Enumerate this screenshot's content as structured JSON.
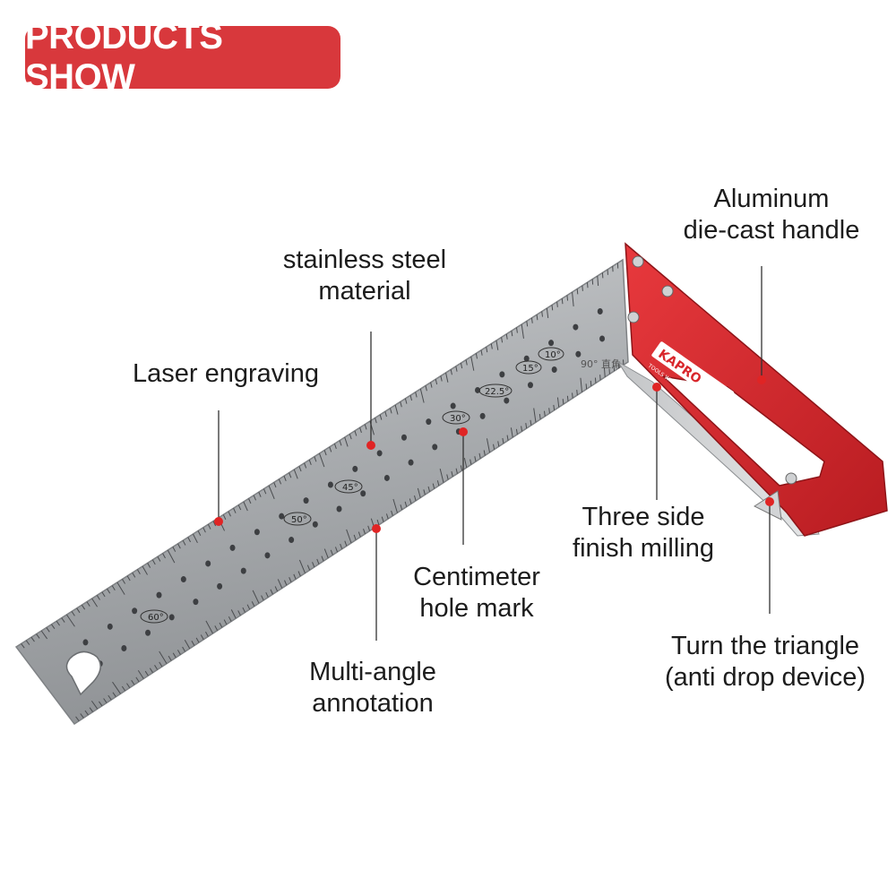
{
  "badge": {
    "text": "PRODUCTS SHOW",
    "color": "#d8383c"
  },
  "colors": {
    "accent": "#e02424",
    "steel": "#a8abae",
    "handle": "#d8262b",
    "leader": "#333333"
  },
  "product": {
    "brand": "KAPRO",
    "brand_sub": "TOOLS WITH VISION",
    "corner_mark": "90° 直角",
    "angle_marks": [
      "60°",
      "50°",
      "45°",
      "30°",
      "22.5°",
      "15°",
      "10°"
    ]
  },
  "callouts": {
    "aluminum_handle": [
      "Aluminum",
      "die-cast handle"
    ],
    "stainless_steel": [
      "stainless steel",
      "material"
    ],
    "laser_engraving": [
      "Laser engraving"
    ],
    "three_side_milling": [
      "Three side",
      "finish milling"
    ],
    "centimeter_hole": [
      "Centimeter",
      "hole mark"
    ],
    "multi_angle": [
      "Multi-angle",
      "annotation"
    ],
    "turn_triangle": [
      "Turn the triangle",
      "(anti drop device)"
    ]
  }
}
